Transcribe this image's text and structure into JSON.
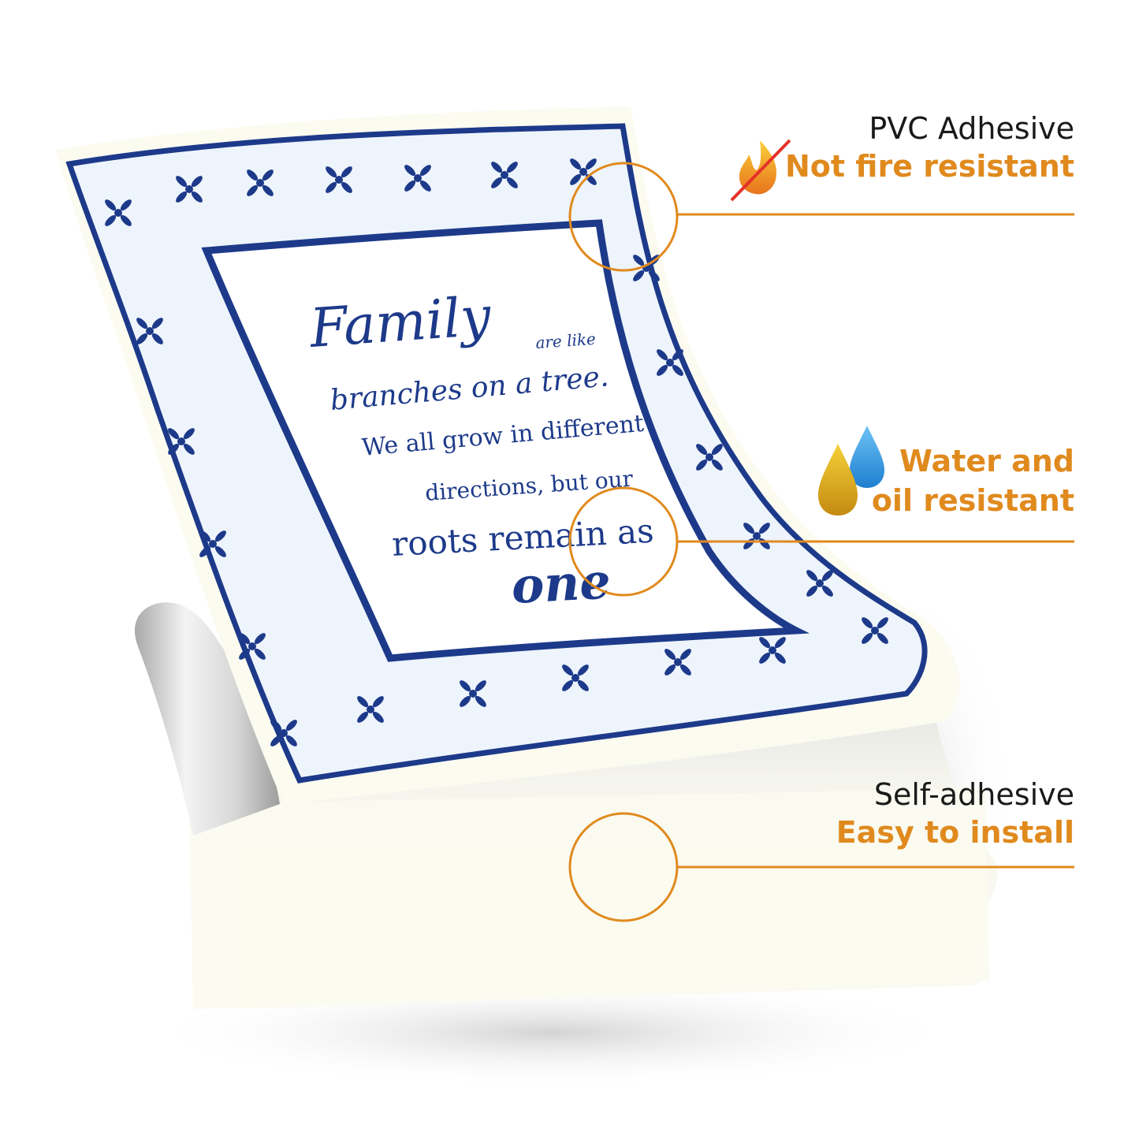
{
  "callouts": {
    "fire": {
      "primary": "PVC Adhesive",
      "secondary": "Not fire resistant",
      "icon": "no-fire-icon"
    },
    "water": {
      "secondary_line1": "Water and",
      "secondary_line2": "oil resistant",
      "icon": "water-oil-drops-icon"
    },
    "adhesive": {
      "primary": "Self-adhesive",
      "secondary": "Easy to install"
    }
  },
  "tile": {
    "quote": {
      "line1_big": "Family",
      "line1_small_a": "are like",
      "line2": "branches on a tree.",
      "line3": "We all grow in different",
      "line4": "directions, but our",
      "line5": "roots remain as",
      "line6": "one"
    }
  },
  "colors": {
    "accent_orange": "#e08a1e",
    "tile_blue": "#1d3a8a",
    "backing_cream": "#fbfbf0",
    "label_dark": "#1a1a1a"
  }
}
